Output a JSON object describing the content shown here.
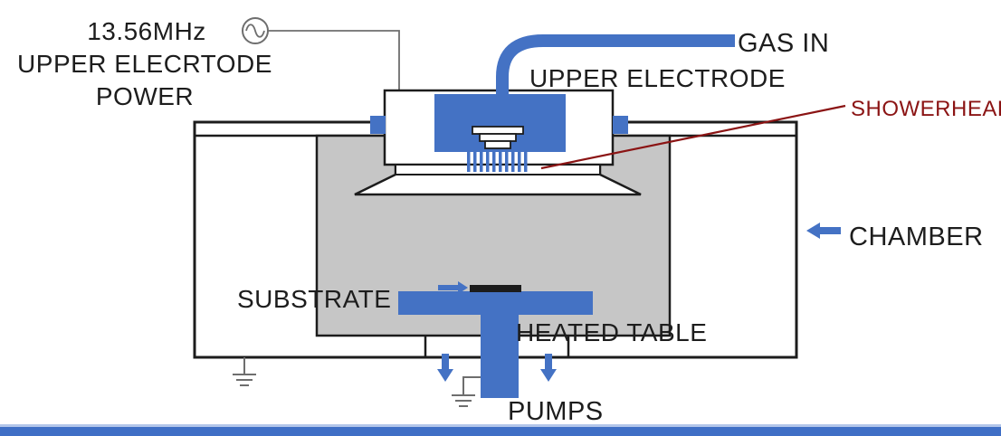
{
  "labels": {
    "power_source": {
      "line1": "13.56MHz",
      "line2": "UPPER ELECRTODE",
      "line3": "POWER"
    },
    "upper_electrode": "UPPER ELECTRODE",
    "gas_in": "GAS IN",
    "showerhead": "SHOWERHEAD",
    "chamber": "CHAMBER",
    "substrate": "SUBSTRATE",
    "heated_table": "HEATED TABLE",
    "pumps": "PUMPS"
  },
  "icons": {
    "ac_source": "ac-source-icon",
    "ground": "ground-icon"
  },
  "colors": {
    "accent_blue": "#4472c4",
    "liner_gray": "#c6c6c6",
    "outline_black": "#1c1c1c",
    "showerhead_red": "#8b1414",
    "wire_gray": "#6e6e6e",
    "text_black": "#1d1d1d",
    "bottom_bar_blue": "#3f6fc6",
    "bottom_bar_light": "#b3c6ea"
  }
}
